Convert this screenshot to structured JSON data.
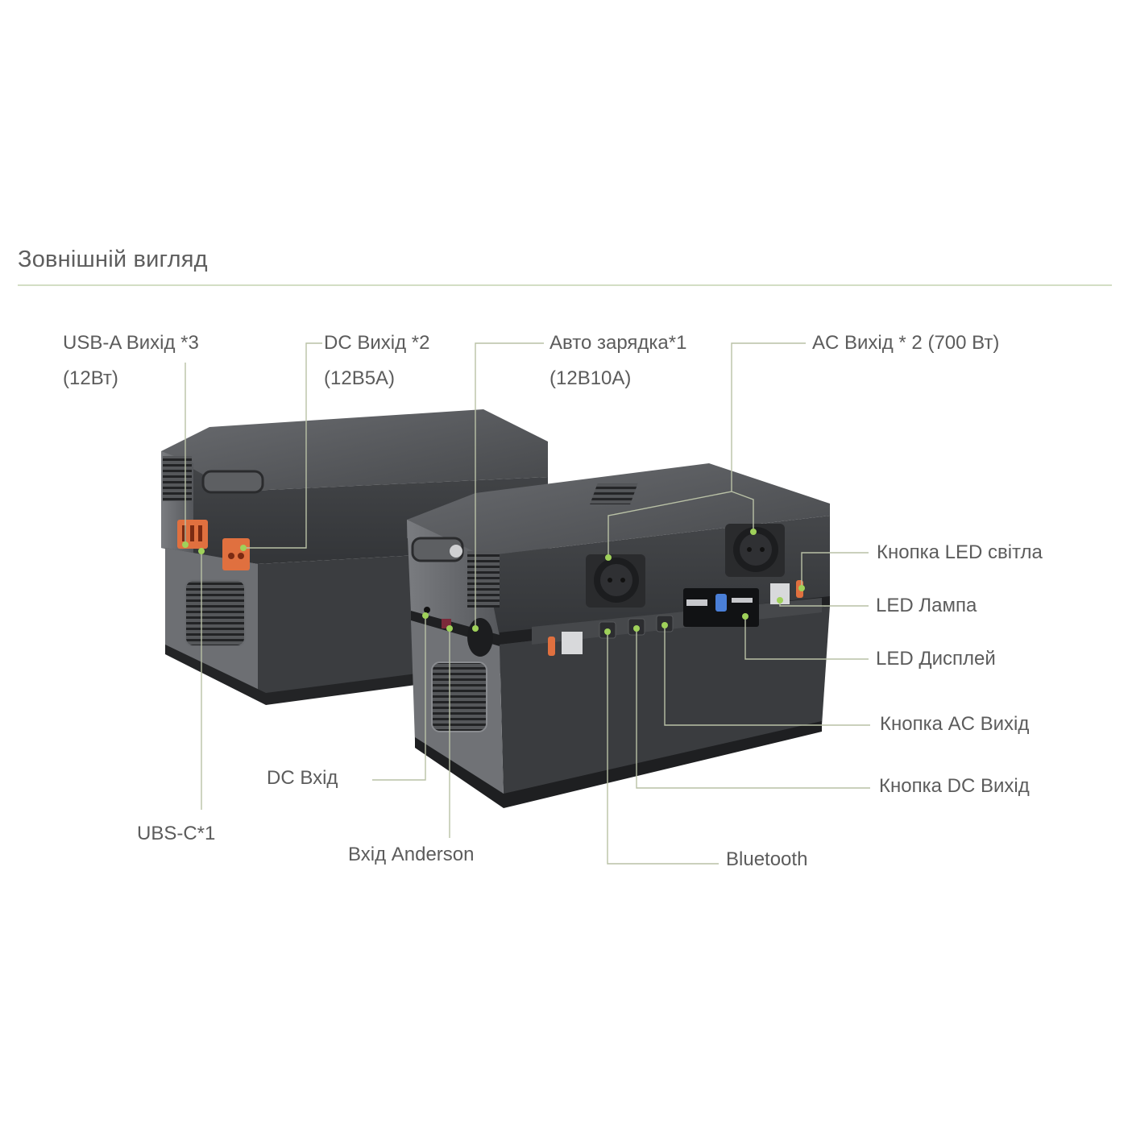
{
  "header": {
    "title": "Зовнішній вигляд"
  },
  "colors": {
    "rule": "#d3dec4",
    "leader_line": "#b9c1a6",
    "marker_dot": "#9fd15a",
    "device_body": "#3e4043",
    "port_orange": "#e0703f",
    "label_text": "#5c5c5c"
  },
  "labels": {
    "usb_a": {
      "line1": "USB-A Вихід *3",
      "line2": "(12Вт)"
    },
    "dc_out": {
      "line1": "DC Вихід *2",
      "line2": "(12В5А)"
    },
    "car_charge": {
      "line1": "Авто зарядка*1",
      "line2": "(12В10А)"
    },
    "ac_out": {
      "line1": "AC Вихід * 2 (700 Вт)"
    },
    "led_light_button": "Кнопка LED світла",
    "led_lamp": "LED Лампа",
    "led_display": "LED Дисплей",
    "ac_out_button": "Кнопка AC Вихід",
    "dc_out_button": "Кнопка DC Вихід",
    "bluetooth": "Bluetooth",
    "dc_in": "DC Вхід",
    "anderson_in": "Вхід Anderson",
    "usb_c": "UBS-C*1"
  }
}
